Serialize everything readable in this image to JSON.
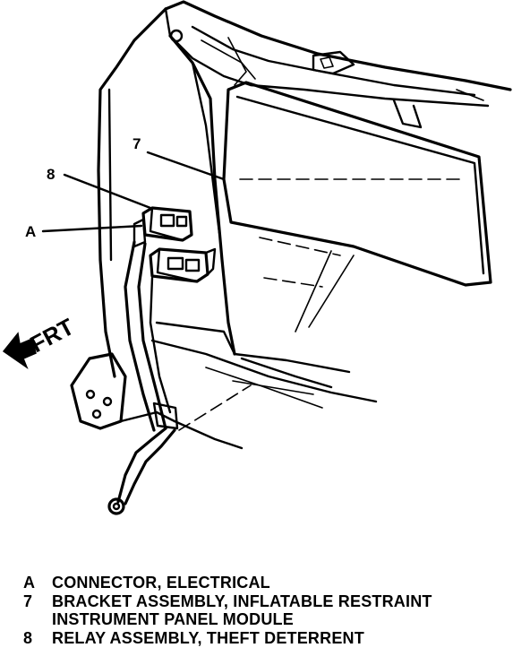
{
  "diagram": {
    "direction_label": "FRT",
    "callouts": {
      "c7": "7",
      "c8": "8",
      "cA": "A"
    }
  },
  "legend": [
    {
      "key": "A",
      "lines": [
        "CONNECTOR, ELECTRICAL"
      ]
    },
    {
      "key": "7",
      "lines": [
        "BRACKET ASSEMBLY, INFLATABLE RESTRAINT",
        "INSTRUMENT PANEL MODULE"
      ]
    },
    {
      "key": "8",
      "lines": [
        "RELAY ASSEMBLY, THEFT DETERRENT"
      ]
    }
  ]
}
